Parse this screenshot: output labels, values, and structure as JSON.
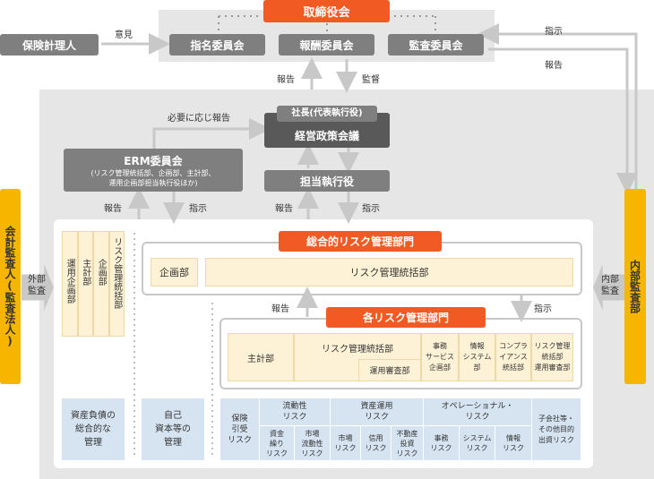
{
  "board": {
    "title": "取締役会",
    "committees": [
      "指名委員会",
      "報酬委員会",
      "監査委員会"
    ]
  },
  "actuary": "保険計理人",
  "opinion": "意見",
  "president": {
    "sub": "社長(代表執行役)",
    "title": "経営政策会議"
  },
  "erm": {
    "title": "ERM委員会",
    "sub1": "(リスク管理統括部、企画部、主計部、",
    "sub2": "運用企画部担当執行役ほか)"
  },
  "officer": "担当執行役",
  "labels": {
    "report": "報告",
    "instruct": "指示",
    "supervise": "監督",
    "report_as_needed": "必要に応じ報告",
    "external_audit": "外部監査",
    "internal_audit": "内部監査"
  },
  "external_auditor": "会計監査人(監査法人)",
  "internal_dept": "内部監査部",
  "left_depts": [
    "運用企画部",
    "主計部",
    "企画部",
    "リスク管理統括部"
  ],
  "integrated": {
    "title": "総合的リスク管理部門",
    "planning": "企画部",
    "risk_dept": "リスク管理統括部"
  },
  "each_risk": {
    "title": "各リスク管理部門",
    "accounting": "主計部",
    "risk_dept": "リスク管理統括部",
    "ops_review": "運用審査部",
    "admin": [
      "事務",
      "サービス",
      "企画部"
    ],
    "it": [
      "情報",
      "システム部"
    ],
    "compliance": [
      "コンプラ",
      "イアンス",
      "統括部"
    ],
    "rm_ops": [
      "リスク管理",
      "統括部",
      "運用審査部"
    ]
  },
  "alm": [
    "資産負債の",
    "総合的な",
    "管理"
  ],
  "capital": [
    "自己",
    "資本等の",
    "管理"
  ],
  "risks": {
    "insurance": [
      "保険",
      "引受",
      "リスク"
    ],
    "liquidity": [
      "流動性",
      "リスク"
    ],
    "funding": [
      "資金",
      "繰り",
      "リスク"
    ],
    "market_liq": [
      "市場",
      "流動性",
      "リスク"
    ],
    "asset_mgmt": [
      "資産運用",
      "リスク"
    ],
    "market": [
      "市場",
      "リスク"
    ],
    "credit": [
      "信用",
      "リスク"
    ],
    "real_estate": [
      "不動産",
      "投資",
      "リスク"
    ],
    "operational": [
      "オペレーショナル・",
      "リスク"
    ],
    "admin": [
      "事務",
      "リスク"
    ],
    "system": [
      "システム",
      "リスク"
    ],
    "info": [
      "情報",
      "リスク"
    ],
    "subsidiary": [
      "子会社等・",
      "その他目的",
      "出資リスク"
    ]
  }
}
